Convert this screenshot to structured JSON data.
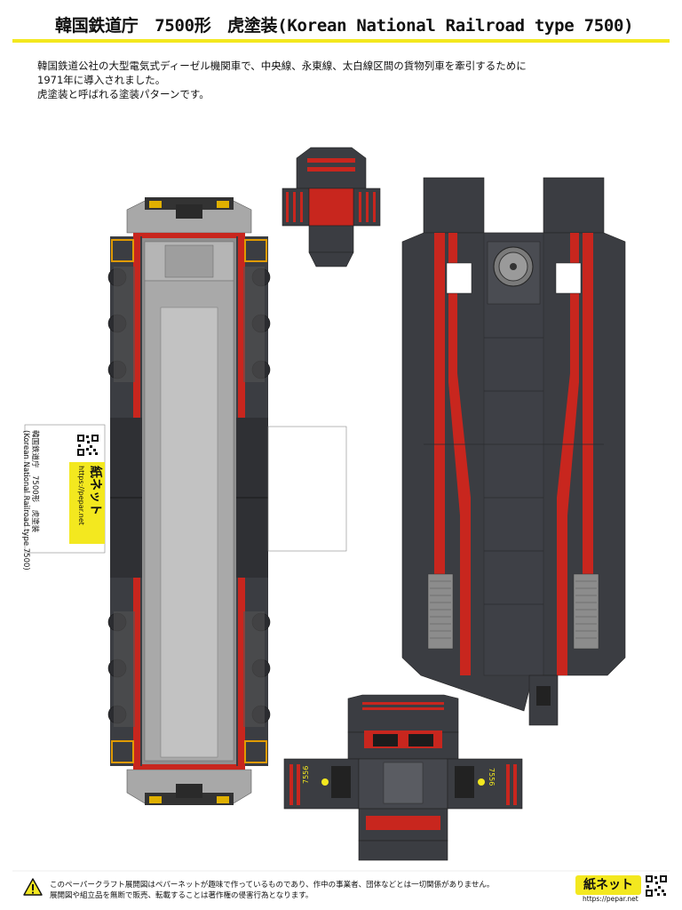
{
  "header": {
    "title": "韓国鉄道庁　7500形　虎塗装(Korean National Railroad type 7500)"
  },
  "description": {
    "lines": [
      "韓国鉄道公社の大型電気式ディーゼル機関車で、中央線、永東線、太白線区間の貨物列車を牽引するために",
      "1971年に導入されました。",
      "虎塗装と呼ばれる塗装パターンです。"
    ]
  },
  "label_tag": {
    "line1": "韓国鉄道庁　7500形　虎塗装",
    "line2": "(Korean National Railroad type 7500)",
    "brand": "紙ネット",
    "url": "https://pepar.net"
  },
  "model": {
    "number_plate": "7556"
  },
  "footer": {
    "notice_line1": "このペーパークラフト展開図はペパーネットが趣味で作っているものであり、作中の事業者、団体などとは一切関係がありません。",
    "notice_line2": "展開図や組立品を無断で販売、転載することは著作権の侵害行為となります。",
    "brand": "紙ネット",
    "url": "https://pepar.net"
  },
  "colors": {
    "accent_yellow": "#f3e81f",
    "body_dark": "#3b3d42",
    "stripe_red": "#c8261e",
    "roof_gray": "#a9a9a9"
  }
}
